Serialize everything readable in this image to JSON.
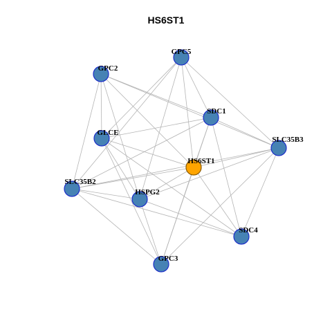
{
  "title": "HS6ST1",
  "colors": {
    "node_fill": "#4682B4",
    "node_stroke": "#1C2DC9",
    "center_fill": "#FFA500",
    "center_stroke": "#8B5A00",
    "edge": "#B4B4B4"
  },
  "nodes": [
    {
      "id": "GPC5",
      "label": "GPC5"
    },
    {
      "id": "GPC2",
      "label": "GPC2"
    },
    {
      "id": "SDC1",
      "label": "SDC1"
    },
    {
      "id": "GLCE",
      "label": "GLCE"
    },
    {
      "id": "SLC35B3",
      "label": "SLC35B3"
    },
    {
      "id": "HS6ST1",
      "label": "HS6ST1",
      "center": true
    },
    {
      "id": "SLC35B2",
      "label": "SLC35B2"
    },
    {
      "id": "HSPG2",
      "label": "HSPG2"
    },
    {
      "id": "SDC4",
      "label": "SDC4"
    },
    {
      "id": "GPC3",
      "label": "GPC3"
    }
  ],
  "edges": [
    [
      "GPC5",
      "SDC1"
    ],
    [
      "GPC5",
      "GLCE"
    ],
    [
      "GPC5",
      "SLC35B3"
    ],
    [
      "GPC5",
      "HS6ST1"
    ],
    [
      "GPC5",
      "SLC35B2"
    ],
    [
      "GPC5",
      "HSPG2"
    ],
    [
      "GPC2",
      "SDC1"
    ],
    [
      "GPC2",
      "GLCE"
    ],
    [
      "GPC2",
      "SLC35B3"
    ],
    [
      "GPC2",
      "HS6ST1"
    ],
    [
      "GPC2",
      "SLC35B2"
    ],
    [
      "GPC2",
      "HSPG2"
    ],
    [
      "SDC1",
      "GLCE"
    ],
    [
      "SDC1",
      "SLC35B3"
    ],
    [
      "SDC1",
      "HS6ST1"
    ],
    [
      "SDC1",
      "SLC35B2"
    ],
    [
      "SDC1",
      "SDC4"
    ],
    [
      "SDC1",
      "GPC3"
    ],
    [
      "GLCE",
      "HS6ST1"
    ],
    [
      "GLCE",
      "HSPG2"
    ],
    [
      "GLCE",
      "SDC4"
    ],
    [
      "GLCE",
      "GPC3"
    ],
    [
      "SLC35B3",
      "HS6ST1"
    ],
    [
      "SLC35B3",
      "SLC35B2"
    ],
    [
      "SLC35B3",
      "HSPG2"
    ],
    [
      "SLC35B3",
      "SDC4"
    ],
    [
      "SLC35B3",
      "GPC3"
    ],
    [
      "HS6ST1",
      "SLC35B2"
    ],
    [
      "HS6ST1",
      "HSPG2"
    ],
    [
      "HS6ST1",
      "SDC4"
    ],
    [
      "HS6ST1",
      "GPC3"
    ],
    [
      "SLC35B2",
      "HSPG2"
    ],
    [
      "SLC35B2",
      "SDC4"
    ],
    [
      "SLC35B2",
      "GPC3"
    ],
    [
      "HSPG2",
      "SDC4"
    ],
    [
      "HSPG2",
      "GPC3"
    ]
  ]
}
